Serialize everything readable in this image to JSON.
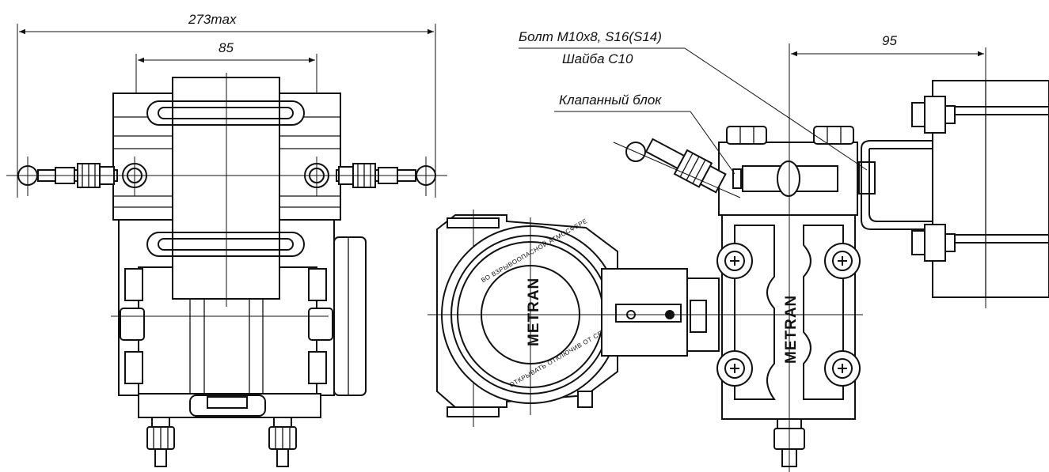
{
  "dimensions": {
    "overall_width": "273max",
    "flange_spacing": "85",
    "offset": "95"
  },
  "callouts": {
    "bolt": "Болт М10х8, S16(S14)",
    "washer": "Шайба С10",
    "valve_block": "Клапанный блок"
  },
  "markings": {
    "brand": "METRAN",
    "cover_text_1": "ВО ВЗРЫВООПАСНОЙ АТМОСФЕРЕ",
    "cover_text_2": "ОТКРЫВАТЬ ОТКЛЮЧИВ ОТ СЕТИ"
  }
}
